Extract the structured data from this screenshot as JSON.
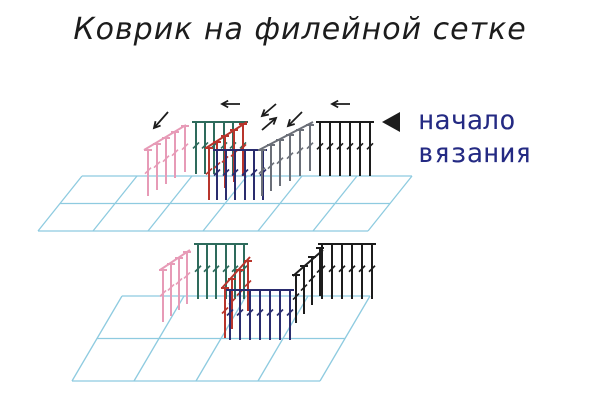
{
  "title": "Коврик на филейной сетке",
  "start_label": {
    "line1": "начало",
    "line2": "вязания"
  },
  "colors": {
    "grid": "#8ecbe0",
    "pink": "#e79bb7",
    "teal": "#2e6b5c",
    "red": "#b8352c",
    "navy": "#2a2c6e",
    "gray": "#6b6f78",
    "black": "#1c1c1c",
    "text_blue": "#242a83"
  },
  "icons": [
    "arrow-left-icon",
    "arrow-down-left-icon",
    "arrow-up-right-icon",
    "start-triangle-icon"
  ]
}
